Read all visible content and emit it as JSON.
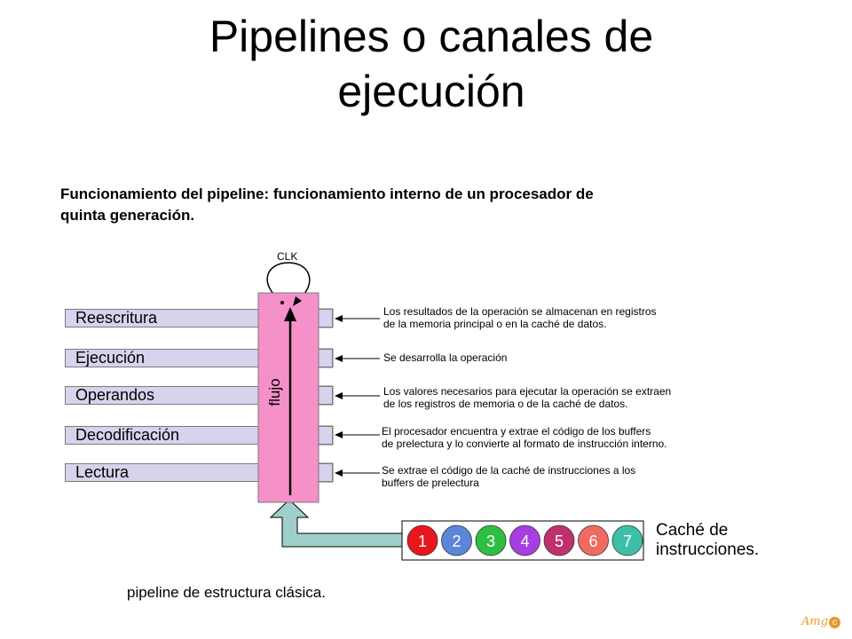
{
  "title_line1": "Pipelines o canales de",
  "title_line2": "ejecución",
  "subtitle_line1": "Funcionamiento del pipeline: funcionamiento interno de un procesador de",
  "subtitle_line2": "quinta generación.",
  "clk_label": "CLK",
  "flow_label": "flujo",
  "stages": [
    {
      "label": "Reescritura",
      "desc1": "Los resultados de la operación se almacenan en registros",
      "desc2": "de la memoria principal o en la caché de datos."
    },
    {
      "label": "Ejecución",
      "desc1": "Se desarrolla la operación",
      "desc2": ""
    },
    {
      "label": "Operandos",
      "desc1": "Los valores necesarios para ejecutar la operación se extraen",
      "desc2": "de los registros de memoria o de la caché de datos."
    },
    {
      "label": "Decodificación",
      "desc1": "El procesador encuentra y extrae el código de los buffers",
      "desc2": "de prelectura y lo convierte al formato de instrucción interno."
    },
    {
      "label": "Lectura",
      "desc1": "Se extrae el código de la caché de instrucciones a los",
      "desc2": "buffers de prelectura"
    }
  ],
  "cache": {
    "label_line1": "Caché de",
    "label_line2": "instrucciones.",
    "items": [
      {
        "n": "1",
        "color": "#e8161d"
      },
      {
        "n": "2",
        "color": "#5b86d9"
      },
      {
        "n": "3",
        "color": "#2fbe44"
      },
      {
        "n": "4",
        "color": "#a73ee0"
      },
      {
        "n": "5",
        "color": "#c0306c"
      },
      {
        "n": "6",
        "color": "#ef6a63"
      },
      {
        "n": "7",
        "color": "#3ec0a8"
      }
    ]
  },
  "caption": "pipeline de estructura clásica.",
  "logo_text": "Amg",
  "logo_mark": "c",
  "colors": {
    "pipe": "#f590c9",
    "stage_fill": "#d5d4ec",
    "feed_arrow": "#9ecfca"
  }
}
